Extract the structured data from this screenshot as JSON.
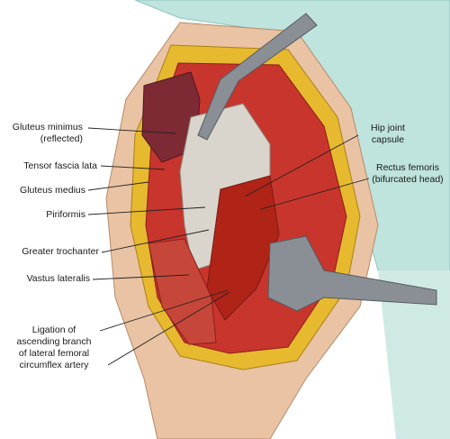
{
  "labels": {
    "gluteus_minimus": "Gluteus minimus\n(reflected)",
    "tensor_fascia_lata": "Tensor fascia lata",
    "gluteus_medius": "Gluteus medius",
    "piriformis": "Piriformis",
    "greater_trochanter": "Greater trochanter",
    "vastus_lateralis": "Vastus lateralis",
    "ligation": "Ligation of\nascending branch\nof lateral femoral\ncircumflex artery",
    "hip_joint_capsule": "Hip joint\ncapsule",
    "rectus_femoris": "Rectus femoris\n(bifurcated head)"
  },
  "colors": {
    "drape": "#bfe3dd",
    "skin": "#e9c3a3",
    "fat": "#e7b92e",
    "muscle": "#c8352d",
    "muscle_dark": "#7d2a35",
    "capsule": "#d9d5cc",
    "retractor": "#8a8f96"
  }
}
